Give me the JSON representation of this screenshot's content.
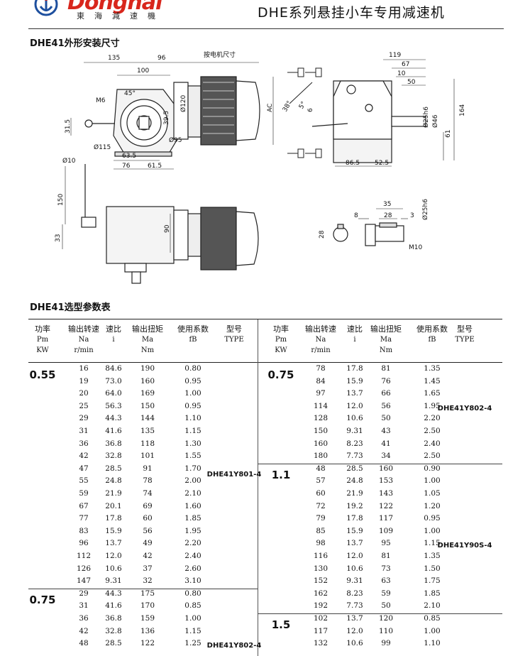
{
  "header": {
    "brand": "Donghai",
    "brand_cn": "東海減速機",
    "title": "DHE系列悬挂小车专用减速机"
  },
  "drawing": {
    "section_title": "DHE41外形安装尺寸",
    "labels": {
      "d135": "135",
      "d96": "96",
      "motor_size": "按电机尺寸",
      "d100": "100",
      "a45": "45°",
      "m6": "M6",
      "phi120": "Ø120",
      "d39_5": "39.5",
      "ac": "AC",
      "d31_5": "31.5",
      "phi115": "Ø115",
      "phi95": "Ø95",
      "d63_5": "63.5",
      "d76": "76",
      "d61_5": "61.5",
      "a38": "38°",
      "a5": "5°",
      "d6": "6",
      "d119": "119",
      "d67": "67",
      "d10": "10",
      "d50": "50",
      "phi25": "Ø25h6",
      "phi46": "Ø46",
      "d61": "61",
      "d164": "164",
      "d86_5": "86.5",
      "d52_5": "52.5",
      "phi10": "Ø10",
      "d150": "150",
      "d33": "33",
      "d90": "90",
      "d35": "35",
      "d8": "8",
      "d28": "28",
      "d3": "3",
      "phi25b": "Ø25h6",
      "d28b": "28",
      "m10": "M10"
    }
  },
  "table": {
    "section_title": "DHE41选型参数表",
    "headers": {
      "power": [
        "功率",
        "Pm",
        "KW"
      ],
      "speed": [
        "输出转速",
        "Na",
        "r/min"
      ],
      "ratio": [
        "速比",
        "i"
      ],
      "torque": [
        "输出扭矩",
        "Ma",
        "Nm"
      ],
      "sf": [
        "使用系数",
        "fB"
      ],
      "type": [
        "型号",
        "TYPE"
      ]
    },
    "left": {
      "groups": [
        {
          "power": "0.55",
          "type": "DHE41Y801-4"
        },
        {
          "power": "0.75",
          "type": "DHE41Y802-4"
        }
      ],
      "rows": [
        [
          "16",
          "84.6",
          "190",
          "0.80"
        ],
        [
          "19",
          "73.0",
          "160",
          "0.95"
        ],
        [
          "20",
          "64.0",
          "169",
          "1.00"
        ],
        [
          "25",
          "56.3",
          "150",
          "0.95"
        ],
        [
          "29",
          "44.3",
          "144",
          "1.10"
        ],
        [
          "31",
          "41.6",
          "135",
          "1.15"
        ],
        [
          "36",
          "36.8",
          "118",
          "1.30"
        ],
        [
          "42",
          "32.8",
          "101",
          "1.55"
        ],
        [
          "47",
          "28.5",
          "91",
          "1.70"
        ],
        [
          "55",
          "24.8",
          "78",
          "2.00"
        ],
        [
          "59",
          "21.9",
          "74",
          "2.10"
        ],
        [
          "67",
          "20.1",
          "69",
          "1.60"
        ],
        [
          "77",
          "17.8",
          "60",
          "1.85"
        ],
        [
          "83",
          "15.9",
          "56",
          "1.95"
        ],
        [
          "96",
          "13.7",
          "49",
          "2.20"
        ],
        [
          "112",
          "12.0",
          "42",
          "2.40"
        ],
        [
          "126",
          "10.6",
          "37",
          "2.60"
        ],
        [
          "147",
          "9.31",
          "32",
          "3.10"
        ],
        [
          "29",
          "44.3",
          "175",
          "0.80"
        ],
        [
          "31",
          "41.6",
          "170",
          "0.85"
        ],
        [
          "36",
          "36.8",
          "159",
          "1.00"
        ],
        [
          "42",
          "32.8",
          "136",
          "1.15"
        ],
        [
          "48",
          "28.5",
          "122",
          "1.25"
        ]
      ]
    },
    "right": {
      "groups": [
        {
          "power": "0.75",
          "type": "DHE41Y802-4"
        },
        {
          "power": "1.1",
          "type": "DHE41Y90S-4"
        },
        {
          "power": "1.5",
          "type": ""
        }
      ],
      "rows": [
        [
          "78",
          "17.8",
          "81",
          "1.35"
        ],
        [
          "84",
          "15.9",
          "76",
          "1.45"
        ],
        [
          "97",
          "13.7",
          "66",
          "1.65"
        ],
        [
          "114",
          "12.0",
          "56",
          "1.95"
        ],
        [
          "128",
          "10.6",
          "50",
          "2.20"
        ],
        [
          "150",
          "9.31",
          "43",
          "2.50"
        ],
        [
          "160",
          "8.23",
          "41",
          "2.40"
        ],
        [
          "180",
          "7.73",
          "34",
          "2.50"
        ],
        [
          "48",
          "28.5",
          "160",
          "0.90"
        ],
        [
          "57",
          "24.8",
          "153",
          "1.00"
        ],
        [
          "60",
          "21.9",
          "143",
          "1.05"
        ],
        [
          "72",
          "19.2",
          "122",
          "1.20"
        ],
        [
          "79",
          "17.8",
          "117",
          "0.95"
        ],
        [
          "85",
          "15.9",
          "109",
          "1.00"
        ],
        [
          "98",
          "13.7",
          "95",
          "1.15"
        ],
        [
          "116",
          "12.0",
          "81",
          "1.35"
        ],
        [
          "130",
          "10.6",
          "73",
          "1.50"
        ],
        [
          "152",
          "9.31",
          "63",
          "1.75"
        ],
        [
          "162",
          "8.23",
          "59",
          "1.85"
        ],
        [
          "192",
          "7.73",
          "50",
          "2.10"
        ],
        [
          "102",
          "13.7",
          "120",
          "0.85"
        ],
        [
          "117",
          "12.0",
          "110",
          "1.00"
        ],
        [
          "132",
          "10.6",
          "99",
          "1.10"
        ]
      ]
    }
  }
}
